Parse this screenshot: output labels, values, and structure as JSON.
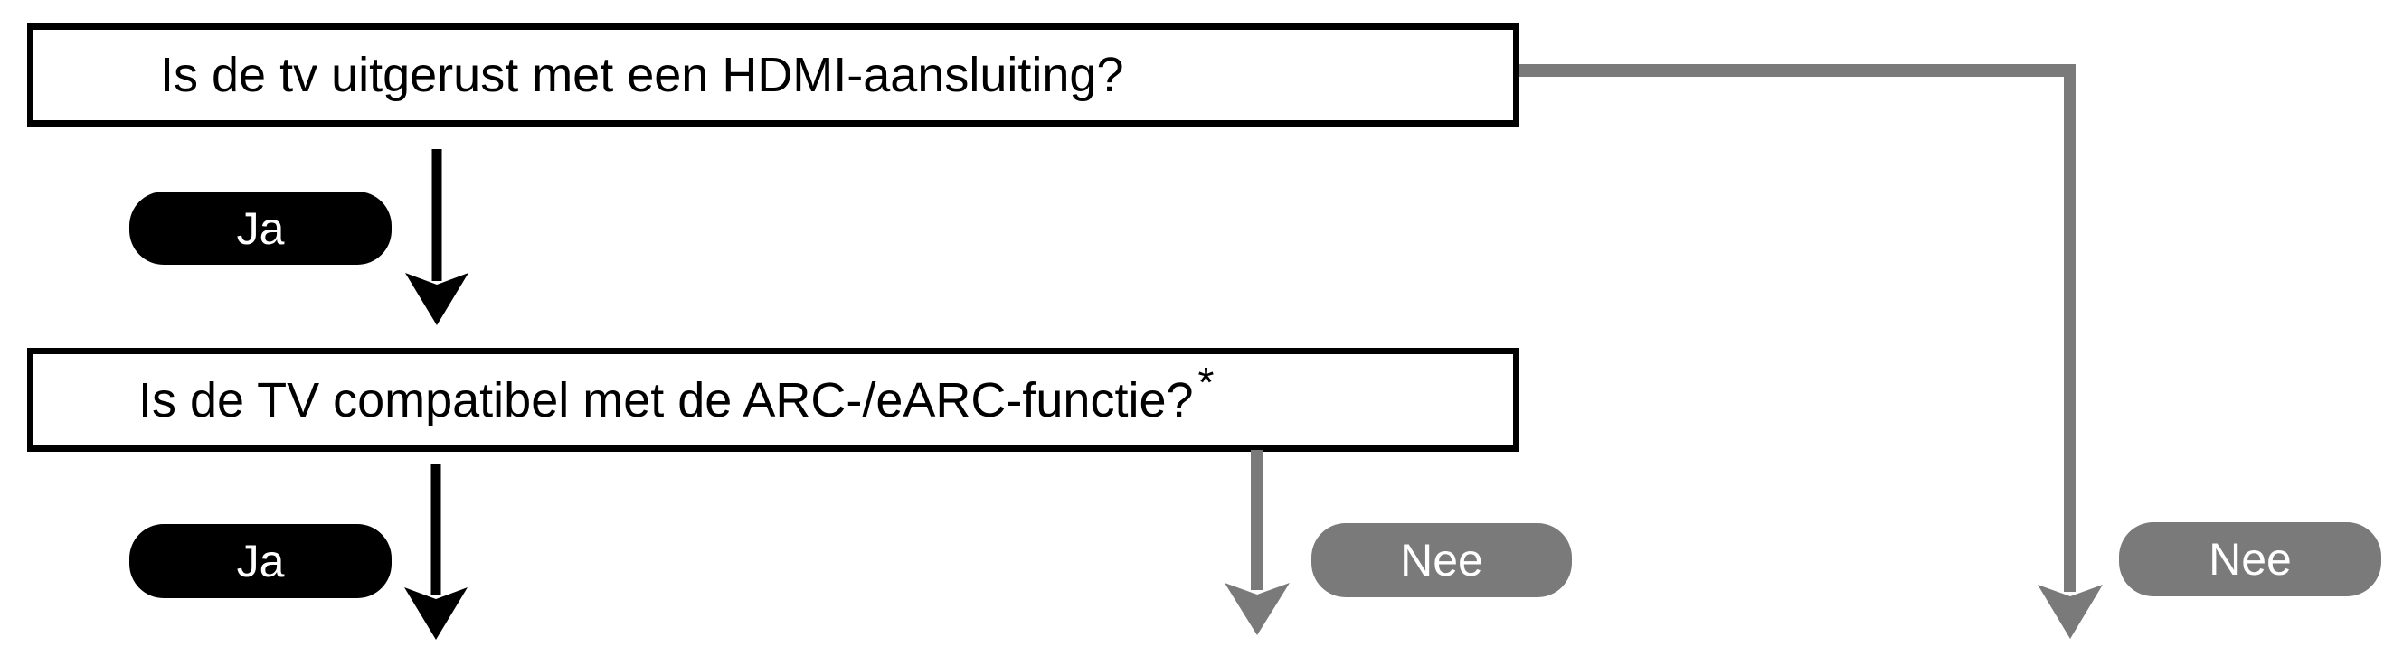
{
  "flowchart": {
    "questions": [
      {
        "text": "Is de tv uitgerust met een HDMI-aansluiting?"
      },
      {
        "text": "Is de TV compatibel met de ARC-/eARC-functie?",
        "note_marker": "*"
      }
    ],
    "labels": {
      "yes": "Ja",
      "no": "Nee"
    },
    "colors": {
      "background": "#ffffff",
      "box_border": "#000000",
      "question_text": "#000000",
      "yes_badge": "#000000",
      "no_badge": "#7a7a7a",
      "yes_arrow": "#000000",
      "no_arrow": "#7a7a7a",
      "badge_text": "#ffffff"
    }
  }
}
